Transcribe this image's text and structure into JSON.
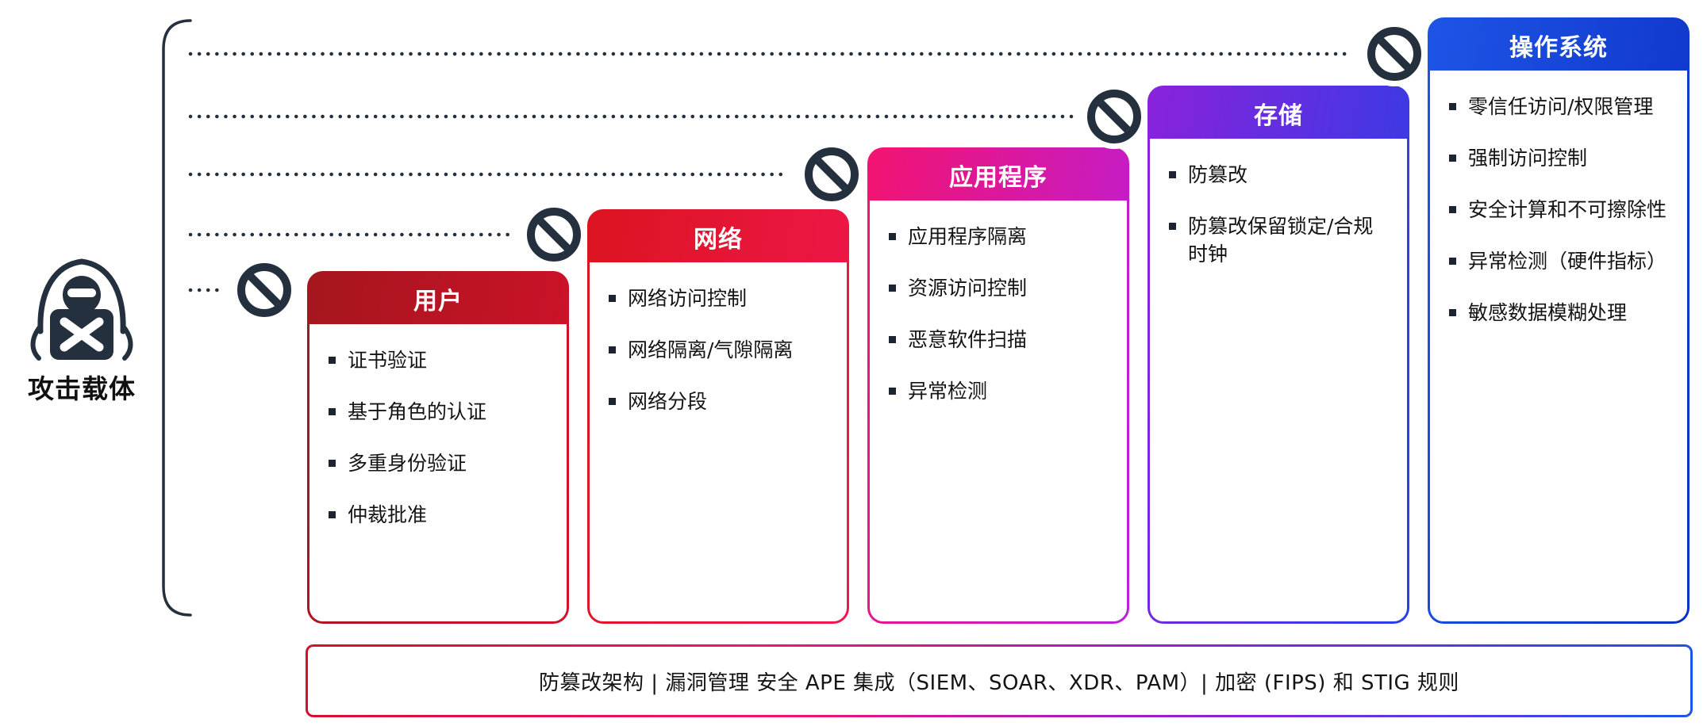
{
  "diagram": {
    "attacker": {
      "label": "攻击载体",
      "icon": "hacker-icon"
    },
    "layers": [
      {
        "id": "user",
        "title": "用户",
        "items": [
          "证书验证",
          "基于角色的认证",
          "多重身份验证",
          "仲裁批准"
        ],
        "gradient": [
          "#A4161E",
          "#D3112B"
        ]
      },
      {
        "id": "network",
        "title": "网络",
        "items": [
          "网络访问控制",
          "网络隔离/气隙隔离",
          "网络分段"
        ],
        "gradient": [
          "#DC1420",
          "#F1174F"
        ]
      },
      {
        "id": "applications",
        "title": "应用程序",
        "items": [
          "应用程序隔离",
          "资源访问控制",
          "恶意软件扫描",
          "异常检测"
        ],
        "gradient": [
          "#F31370",
          "#B91FDD"
        ]
      },
      {
        "id": "storage",
        "title": "存储",
        "items": [
          "防篡改",
          "防篡改保留锁定/合规时钟"
        ],
        "gradient": [
          "#8A22DB",
          "#2540E8"
        ]
      },
      {
        "id": "operating-system",
        "title": "操作系统",
        "items": [
          "零信任访问/权限管理",
          "强制访问控制",
          "安全计算和不可擦除性",
          "异常检测（硬件指标）",
          "敏感数据模糊处理"
        ],
        "gradient": [
          "#1E55E6",
          "#0C2FC4"
        ]
      }
    ],
    "footer": {
      "text": "防篡改架构 | 漏洞管理 安全 APE 集成（SIEM、SOAR、XDR、PAM）| 加密 (FIPS) 和 STIG 规则"
    },
    "colors": {
      "connector": "#25303e",
      "text": "#141414",
      "banner_border_start": "#D3112B",
      "banner_border_end": "#1E55E6"
    }
  }
}
